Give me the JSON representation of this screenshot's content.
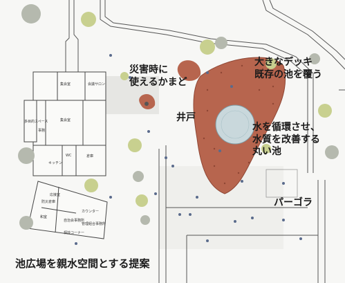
{
  "annotations": {
    "kamado_line1": "災害時に",
    "kamado_line2": "使えるかまど",
    "deck_line1": "大きなデッキ",
    "deck_line2": "既存の池を覆う",
    "well": "井戸",
    "pond_line1": "水を循環させ、",
    "pond_line2": "水質を改善する",
    "pond_line3": "丸い池",
    "pergola": "パーゴラ",
    "caption": "池広場を親水空間とする提案"
  },
  "room_labels": {
    "r1": "集会室",
    "r2": "会議サロン",
    "r3": "多目的スペース",
    "r4": "集会室",
    "r5": "事務",
    "r6": "倉庫",
    "r7": "WC",
    "r8": "キッチン",
    "r9": "和室",
    "r10": "カウンター",
    "r11": "防災倉庫",
    "r12": "自治会事務所",
    "r13": "管理組合事務所",
    "r14": "相談コーナー",
    "r15": "応接室"
  },
  "colors": {
    "deck": "#b7654e",
    "deck_dots": "#8e4634",
    "pond": "#c9d8dc",
    "tree_green": "#b7c98a",
    "tree_gray": "#b5b9ae",
    "figure": "#5a6b8c",
    "line": "#444444",
    "plaza": "#e8e8e6"
  }
}
